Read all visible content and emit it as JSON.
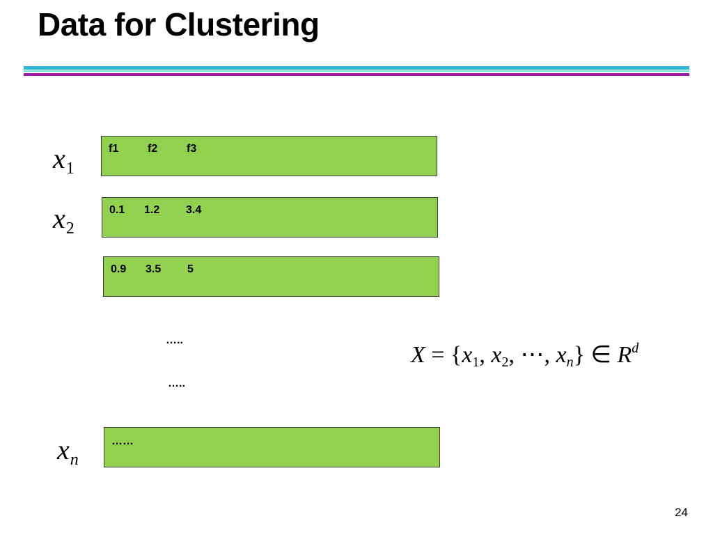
{
  "slide": {
    "title": "Data for Clustering",
    "page_number": "24"
  },
  "rows": [
    {
      "var": "x",
      "sub": "1",
      "cells": [
        "f1",
        "f2",
        "f3"
      ]
    },
    {
      "var": "x",
      "sub": "2",
      "cells": [
        "0.1",
        "1.2",
        "3.4"
      ]
    },
    {
      "cells": [
        "0.9",
        "3.5",
        "5"
      ]
    },
    {
      "var": "x",
      "sub": "n",
      "cells": [
        "……"
      ]
    }
  ],
  "ellipsis": [
    "…..",
    "….."
  ],
  "formula": {
    "lhs": "X",
    "eq": " = {",
    "x": "x",
    "s1": "1",
    "sep1": ", ",
    "s2": "2",
    "mid": ", ⋯, ",
    "sn": "n",
    "close": "} ∈ ",
    "R": "R",
    "sup": "d"
  },
  "colors": {
    "row_fill": "#92d050",
    "rule_cyan": "#2fb6d8",
    "rule_magenta": "#a21aa8"
  }
}
